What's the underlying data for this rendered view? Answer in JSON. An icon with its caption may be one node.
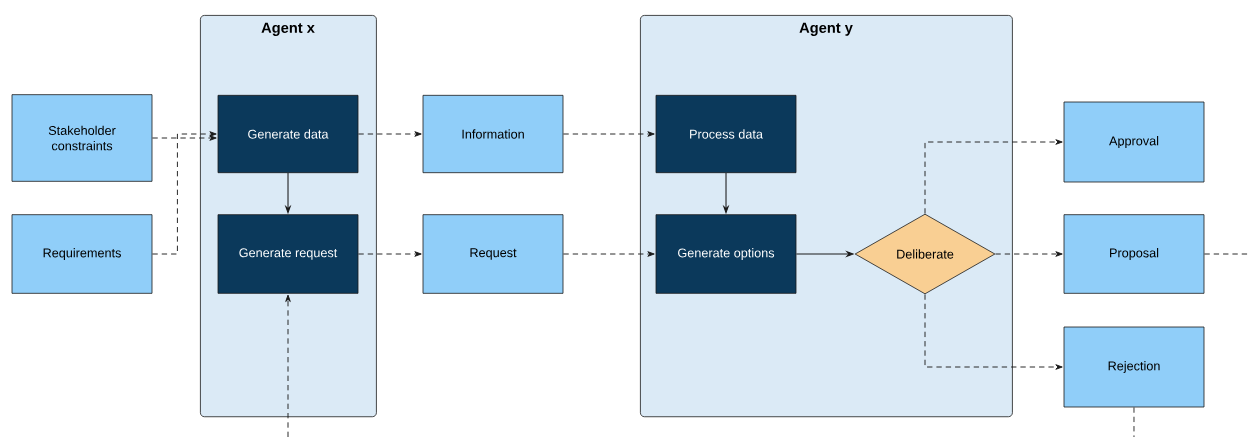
{
  "diagram": {
    "nodes": [
      {
        "text": [
          "Agent x"
        ]
      },
      {
        "text": [
          "Agent y"
        ]
      },
      {
        "text": [
          "Stakeholder constraints"
        ]
      },
      {
        "text": [
          "Requirements"
        ]
      },
      {
        "text": [
          "Generate data"
        ],
        "in": 0
      },
      {
        "text": [
          "Generate request"
        ],
        "in": 0
      },
      {
        "text": [
          "Information"
        ]
      },
      {
        "text": [
          "Request"
        ]
      },
      {
        "text": [
          "Process data"
        ],
        "in": 1
      },
      {
        "text": [
          "Generate options"
        ],
        "in": 1
      },
      {
        "text": [
          "Deliberate"
        ],
        "in": 1
      },
      {
        "text": [
          "Approval"
        ]
      },
      {
        "text": [
          "Proposal"
        ]
      },
      {
        "text": [
          "Rejection"
        ]
      }
    ],
    "edges": [
      {
        "from": 2,
        "to": 4,
        "arrow": "to",
        "style": "dashed"
      },
      {
        "from": 3,
        "to": 4,
        "arrow": "to",
        "style": "dashed"
      },
      {
        "from": null,
        "to": 5,
        "arrow": "to",
        "style": "dashed"
      },
      {
        "from": 4,
        "to": 5,
        "arrow": "to"
      },
      {
        "from": 4,
        "to": 6,
        "arrow": "to",
        "style": "dashed"
      },
      {
        "from": 5,
        "to": 7,
        "arrow": "to",
        "style": "dashed"
      },
      {
        "from": 6,
        "to": 8,
        "arrow": "to",
        "style": "dashed"
      },
      {
        "from": 7,
        "to": 9,
        "arrow": "to",
        "style": "dashed"
      },
      {
        "from": 8,
        "to": 9,
        "arrow": "to"
      },
      {
        "from": 9,
        "to": 10,
        "arrow": "to"
      },
      {
        "from": 10,
        "to": 11,
        "arrow": "to",
        "style": "dashed"
      },
      {
        "from": 10,
        "to": 12,
        "arrow": "to",
        "style": "dashed"
      },
      {
        "from": 10,
        "to": 13,
        "arrow": "to",
        "style": "dashed"
      },
      {
        "from": 12,
        "to": null,
        "arrow": "none",
        "style": "dashed"
      },
      {
        "from": 13,
        "to": null,
        "arrow": "none",
        "style": "dashed"
      }
    ]
  }
}
